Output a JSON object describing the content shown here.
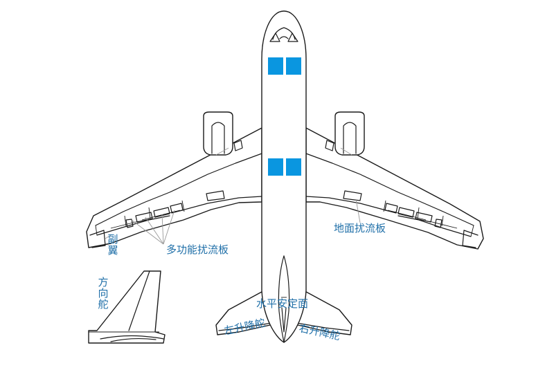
{
  "labels": {
    "aileron": "副翼",
    "multifunction_spoiler": "多功能扰流板",
    "ground_spoiler": "地面扰流板",
    "rudder": "方向舵",
    "horizontal_stabilizer": "水平安定面",
    "left_elevator": "左升降舵",
    "right_elevator": "右升降舵"
  },
  "colors": {
    "window_blue": "#0a96e0",
    "label_blue": "#1f6fa8",
    "outline": "#1a1a1a"
  }
}
